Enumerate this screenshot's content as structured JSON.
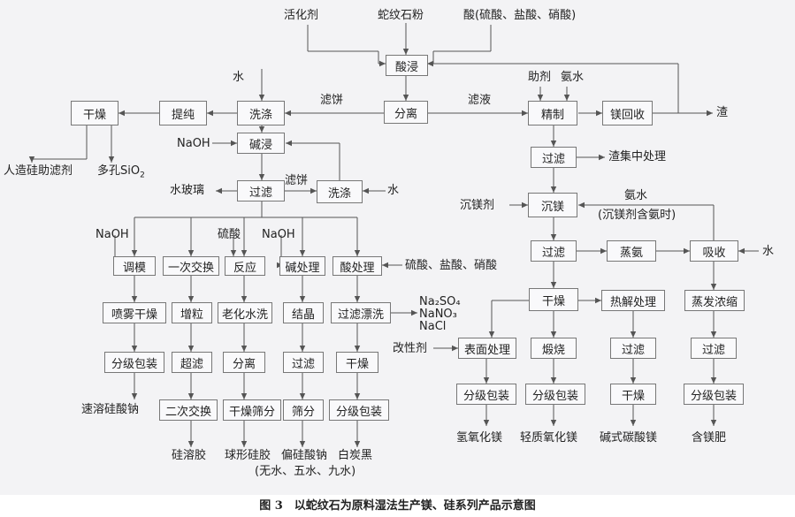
{
  "inputs": {
    "activator": "活化剂",
    "serpentine": "蛇纹石粉",
    "acids": "酸(硫酸、盐酸、硝酸)",
    "water": "水",
    "naoh": "NaOH",
    "additive_ammonia_1": "助剂",
    "additive_ammonia_2": "氨水",
    "mg_precipitant": "沉镁剂",
    "ammonia_note_1": "氨水",
    "ammonia_note_2": "(沉镁剂含氨时)",
    "acids_short": "硫酸、盐酸、硝酸",
    "modifier": "改性剂"
  },
  "flow_labels": {
    "filter_cake": "滤饼",
    "filtrate": "滤液",
    "slag": "渣"
  },
  "boxes": {
    "acid_leach": "酸浸",
    "separation": "分离",
    "wash_1": "洗涤",
    "purify": "提纯",
    "dry_1": "干燥",
    "alkali_leach": "碱浸",
    "filter_1": "过滤",
    "wash_2": "洗涤",
    "refine": "精制",
    "mg_recover": "镁回收",
    "filter_2": "过滤",
    "precip_mg": "沉镁",
    "filter_3": "过滤",
    "steam_ammonia": "蒸氨",
    "absorb": "吸收",
    "dry_mg": "干燥",
    "thermolysis": "热解处理",
    "evap_conc": "蒸发浓缩",
    "surface_treat": "表面处理",
    "calcine": "煅烧",
    "filter_4": "过滤",
    "filter_5": "过滤",
    "dry_5": "干燥",
    "pack_a": "分级包装",
    "pack_b": "分级包装",
    "pack_c": "分级包装",
    "modulus": "调模",
    "ion_exchange_1": "一次交换",
    "reaction": "反应",
    "alkali_treat": "碱处理",
    "acid_treat": "酸处理",
    "spray_dry": "喷雾干燥",
    "granulate": "增粒",
    "aging_wash": "老化水洗",
    "crystallize": "结晶",
    "filter_bleach": "过滤漂洗",
    "pack_1": "分级包装",
    "ultrafilter": "超滤",
    "separate_2": "分离",
    "filter_6": "过滤",
    "dry_6": "干燥",
    "ion_exchange_2": "二次交换",
    "dry_sieve": "干燥筛分",
    "sieve": "筛分",
    "pack_2": "分级包装"
  },
  "side_notes": {
    "slag_central": "渣集中处理",
    "water_glass": "水玻璃",
    "salts_1": "Na₂SO₄",
    "salts_2": "NaNO₃",
    "salts_3": "NaCl"
  },
  "products": {
    "diatomite_substitute": "人造硅助滤剂",
    "porous_sio2": "多孔SiO",
    "porous_sio2_sub": "2",
    "instant_sodium_silicate": "速溶硅酸钠",
    "silica_sol": "硅溶胶",
    "spherical_silica_gel": "球形硅胶",
    "sodium_metasilicate": "偏硅酸钠",
    "sodium_metasilicate_note": "(无水、五水、九水)",
    "white_carbon_black": "白炭黑",
    "mg_hydroxide": "氢氧化镁",
    "light_mgo": "轻质氧化镁",
    "basic_mg_carbonate": "碱式碳酸镁",
    "mg_fertilizer": "含镁肥"
  },
  "caption": "图 3　以蛇纹石为原料湿法生产镁、硅系列产品示意图",
  "colors": {
    "line": "#555555",
    "box_border": "#777777",
    "background": "#f3f3f5"
  }
}
